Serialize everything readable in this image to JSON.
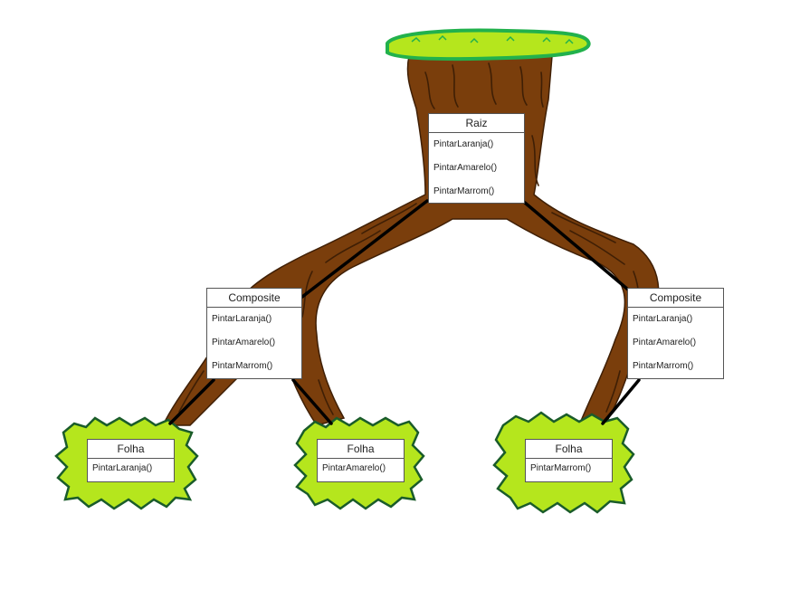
{
  "colors": {
    "trunk": "#7a3e0c",
    "bark_line": "#3f1f05",
    "foliage": "#b5e61d",
    "foliage_edge": "#22b14c",
    "foliage_outline": "#1a5c2a",
    "connector": "#000000"
  },
  "nodes": {
    "raiz": {
      "title": "Raiz",
      "methods": [
        "PintarLaranja()",
        "PintarAmarelo()",
        "PintarMarrom()"
      ]
    },
    "composite_left": {
      "title": "Composite",
      "methods": [
        "PintarLaranja()",
        "PintarAmarelo()",
        "PintarMarrom()"
      ]
    },
    "composite_right": {
      "title": "Composite",
      "methods": [
        "PintarLaranja()",
        "PintarAmarelo()",
        "PintarMarrom()"
      ]
    },
    "folha_1": {
      "title": "Folha",
      "methods": [
        "PintarLaranja()"
      ]
    },
    "folha_2": {
      "title": "Folha",
      "methods": [
        "PintarAmarelo()"
      ]
    },
    "folha_3": {
      "title": "Folha",
      "methods": [
        "PintarMarrom()"
      ]
    }
  }
}
